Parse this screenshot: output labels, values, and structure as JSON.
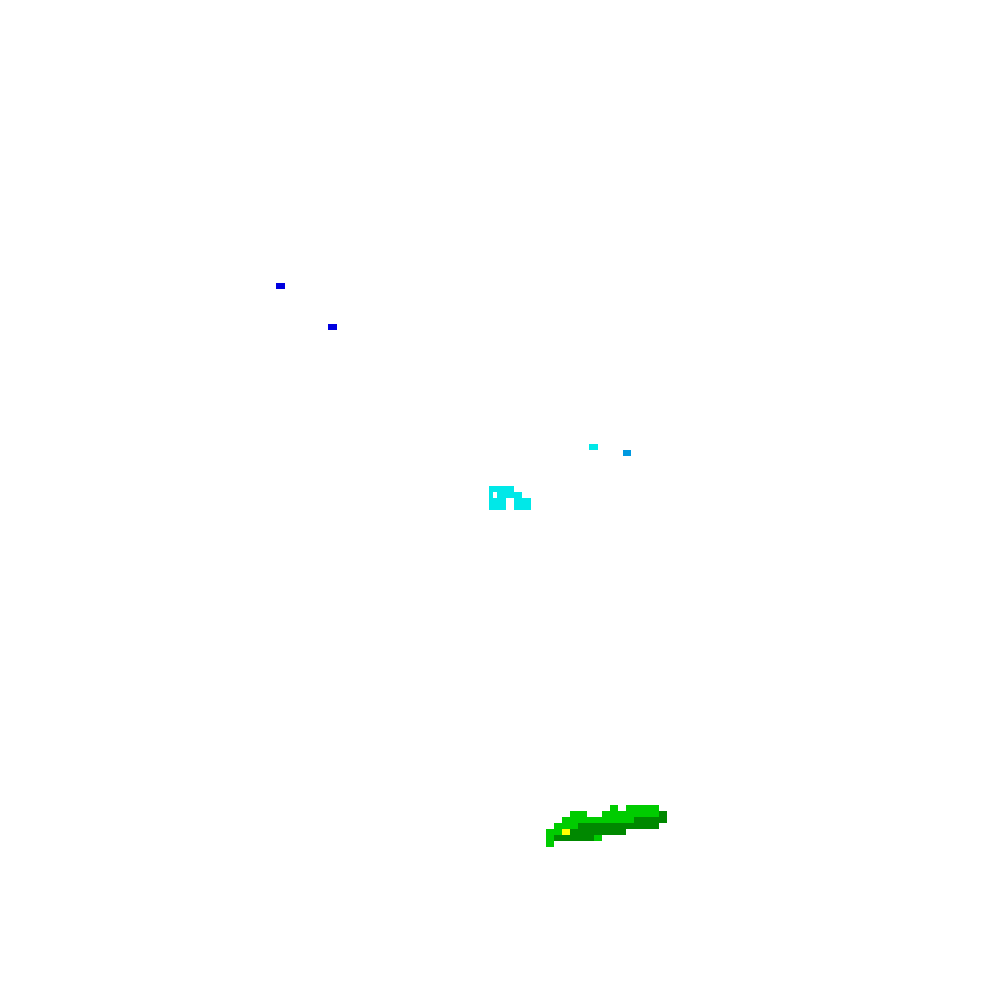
{
  "map": {
    "type": "precipitation-radar-tile",
    "background_color": "#ffffff",
    "legend_colors": {
      "very_light": "#0000e0",
      "light_blue": "#0099e0",
      "light": "#00e8e8",
      "moderate_light": "#00cc00",
      "moderate": "#008800",
      "heavy": "#ffff00"
    },
    "echo_regions": [
      {
        "name": "echo-blue-northwest-1",
        "intensity": "very_light"
      },
      {
        "name": "echo-blue-northwest-2",
        "intensity": "very_light"
      },
      {
        "name": "echo-cyan-center-east-1",
        "intensity": "light"
      },
      {
        "name": "echo-lightblue-center-east-2",
        "intensity": "light_blue"
      },
      {
        "name": "echo-cyan-center",
        "intensity": "light"
      },
      {
        "name": "echo-green-band-south",
        "intensity": "moderate"
      },
      {
        "name": "echo-yellow-core-south",
        "intensity": "heavy"
      }
    ]
  }
}
